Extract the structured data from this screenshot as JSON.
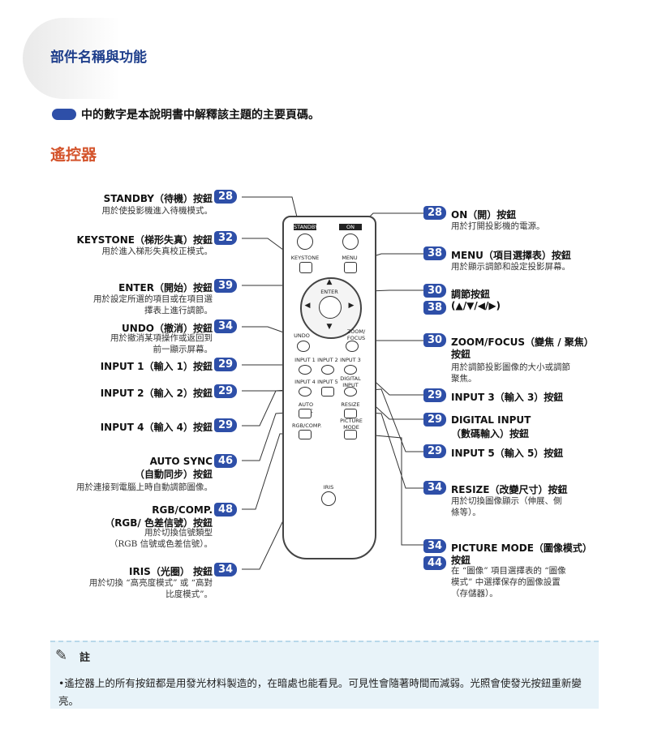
{
  "header": {
    "title": "部件名稱與功能"
  },
  "legend": {
    "text": "中的數字是本說明書中解釋該主題的主要頁碼。"
  },
  "section": {
    "title": "遙控器"
  },
  "left": [
    {
      "label": "STANDBY（待機）按鈕",
      "badge": "28",
      "desc": "用於使投影機進入待機模式。"
    },
    {
      "label": "KEYSTONE（梯形失真）按鈕",
      "badge": "32",
      "desc": "用於進入梯形失真校正模式。"
    },
    {
      "label": "ENTER（開始）按鈕",
      "badge": "39",
      "desc1": "用於設定所選的項目或在項目選",
      "desc2": "擇表上進行調節。"
    },
    {
      "label": "UNDO（撤消）按鈕",
      "badge": "34",
      "desc1": "用於撤消某項操作或返回到",
      "desc2": "前一顯示屏幕。"
    },
    {
      "label": "INPUT 1（輸入 1）按鈕",
      "badge": "29"
    },
    {
      "label": "INPUT 2（輸入 2）按鈕",
      "badge": "29"
    },
    {
      "label": "INPUT 4（輸入 4）按鈕",
      "badge": "29"
    },
    {
      "label1": "AUTO SYNC",
      "label2": "（自動同步）按鈕",
      "badge": "46",
      "desc": "用於連接到電腦上時自動調節圖像。"
    },
    {
      "label1": "RGB/COMP.",
      "label2": "（RGB/ 色差信號）按鈕",
      "badge": "48",
      "desc1": "用於切換信號類型",
      "desc2": "（RGB 信號或色差信號）。"
    },
    {
      "label": "IRIS（光圈） 按鈕",
      "badge": "34",
      "desc1": "用於切換 “高亮度模式” 或 “高對",
      "desc2": "比度模式”。"
    }
  ],
  "right": [
    {
      "label": "ON（開）按鈕",
      "badge": "28",
      "desc": "用於打開投影機的電源。"
    },
    {
      "label": "MENU（項目選擇表）按鈕",
      "badge": "38",
      "desc": "用於顯示調節和設定投影屏幕。"
    },
    {
      "label1": "調節按鈕",
      "label2": "(▲/▼/◀/▶)",
      "badge1": "30",
      "badge2": "38"
    },
    {
      "label1": "ZOOM/FOCUS（變焦 / 聚焦）",
      "label2": "按鈕",
      "badge": "30",
      "desc1": "用於調節投影圖像的大小或調節",
      "desc2": "聚焦。"
    },
    {
      "label": "INPUT 3（輸入 3）按鈕",
      "badge": "29"
    },
    {
      "label1": "DIGITAL INPUT",
      "label2": "（數碼輸入）按鈕",
      "badge": "29"
    },
    {
      "label": "INPUT 5（輸入 5）按鈕",
      "badge": "29"
    },
    {
      "label": "RESIZE（改變尺寸）按鈕",
      "badge": "34",
      "desc1": "用於切換圖像顯示（伸展、側",
      "desc2": "條等）。"
    },
    {
      "label1": "PICTURE MODE（圖像模式）",
      "label2": "按鈕",
      "badge1": "34",
      "badge2": "44",
      "desc1": "在 “圖像” 項目選擇表的 “圖像",
      "desc2": "模式” 中選擇保存的圖像設置",
      "desc3": "（存儲器）。"
    }
  ],
  "remote": {
    "standby": "STANDBY",
    "on": "ON",
    "keystone": "KEYSTONE",
    "menu": "MENU",
    "enter": "ENTER",
    "undo": "UNDO",
    "zoom": "ZOOM/\nFOCUS",
    "input1": "INPUT 1",
    "input2": "INPUT 2",
    "input3": "INPUT 3",
    "input4": "INPUT 4",
    "input5": "INPUT 5",
    "digital": "DIGITAL\nINPUT",
    "autosync": "AUTO SYNC",
    "resize": "RESIZE",
    "rgbcomp": "RGB/COMP.",
    "picture": "PICTURE\nMODE",
    "iris": "IRIS"
  },
  "note": {
    "title": "註",
    "text": "•遙控器上的所有按鈕都是用發光材料製造的，在暗處也能看見。可見性會隨著時間而減弱。光照會使發光按鈕重新變亮。"
  }
}
